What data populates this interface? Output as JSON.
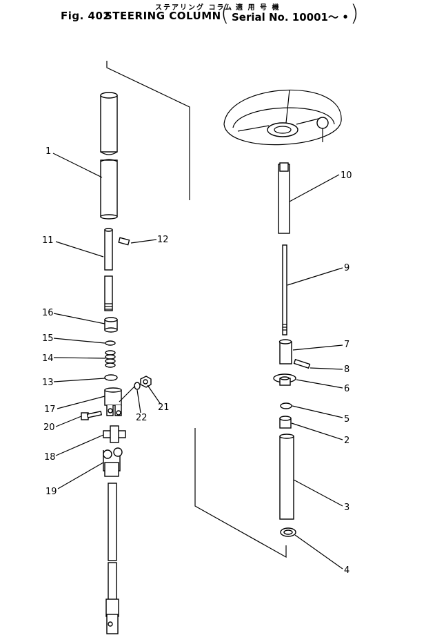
{
  "header": {
    "title_jp": "ステアリング コラム",
    "serial_jp": "適 用 号 機",
    "fig_label": "Fig. 402",
    "title_en": "STEERING COLUMN",
    "serial_en": "Serial No. 10001～ •",
    "paren_open": "(",
    "paren_close": ")"
  },
  "callouts": {
    "c1": "1",
    "c2": "2",
    "c3": "3",
    "c4": "4",
    "c5": "5",
    "c6": "6",
    "c7": "7",
    "c8": "8",
    "c9": "9",
    "c10": "10",
    "c11": "11",
    "c12": "12",
    "c13": "13",
    "c14": "14",
    "c15": "15",
    "c16": "16",
    "c17": "17",
    "c18": "18",
    "c19": "19",
    "c20": "20",
    "c21": "21",
    "c22": "22"
  }
}
